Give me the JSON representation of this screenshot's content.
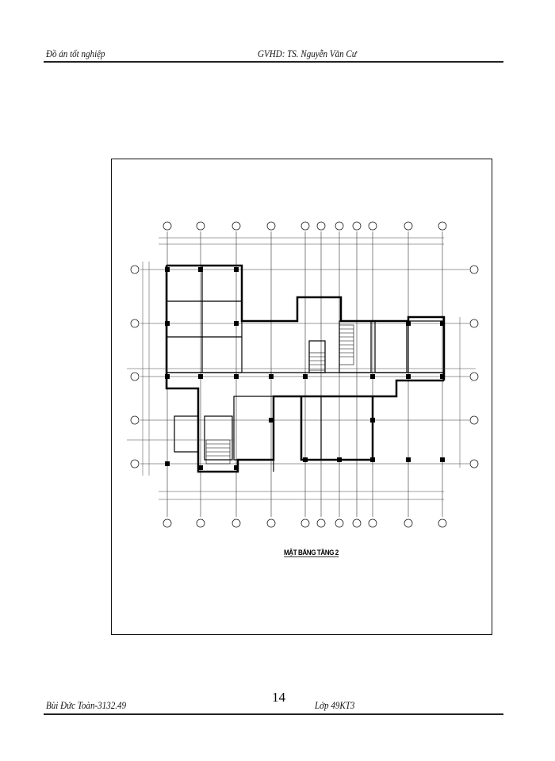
{
  "header": {
    "left": "Đồ án tốt nghiệp",
    "right": "GVHD: TS. Nguyễn Văn Cư"
  },
  "drawing": {
    "title": "MẶT BẰNG TẦNG 2",
    "type": "architectural-floor-plan"
  },
  "footer": {
    "page_number": "14",
    "left": "Bùi Đức Toàn-3132.49",
    "right": "Lớp 49KT3"
  }
}
